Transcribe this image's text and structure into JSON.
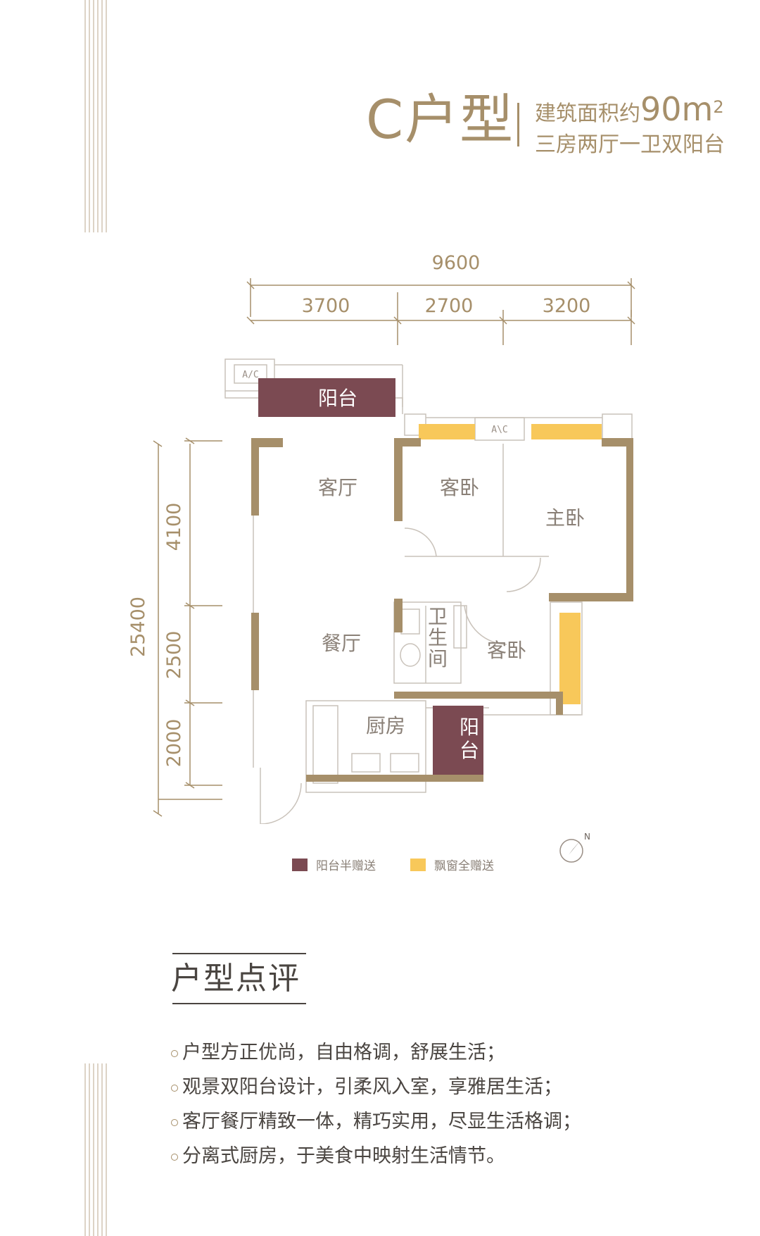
{
  "header": {
    "plan_name": "C户型",
    "area_label": "建筑面积约",
    "area_value": "90m",
    "area_unit_sup": "2",
    "layout_desc": "三房两厅一卫双阳台"
  },
  "floorplan": {
    "dimensions": {
      "overall_width": "9600",
      "segments_width": [
        "3700",
        "2700",
        "3200"
      ],
      "overall_depth": "25400",
      "segments_depth": [
        "4100",
        "2500",
        "2000"
      ]
    },
    "rooms": {
      "balcony_top": "阳台",
      "living_room": "客厅",
      "guest_bed_1": "客卧",
      "master_bed": "主卧",
      "dining_room": "餐厅",
      "bathroom": [
        "卫",
        "生",
        "间"
      ],
      "guest_bed_2": "客卧",
      "kitchen": "厨房",
      "balcony_small": [
        "阳",
        "台"
      ]
    },
    "ac_labels": [
      "A/C",
      "A\\C"
    ]
  },
  "legend": [
    {
      "label": "阳台半赠送",
      "color": "#7b4a52"
    },
    {
      "label": "飘窗全赠送",
      "color": "#f8c85a"
    }
  ],
  "compass": {
    "label": "N"
  },
  "review": {
    "title": "户型点评",
    "points": [
      "户型方正优尚，自由格调，舒展生活；",
      "观景双阳台设计，引柔风入室，享雅居生活；",
      "客厅餐厅精致一体，精巧实用，尽显生活格调；",
      "分离式厨房，于美食中映射生活情节。"
    ]
  },
  "colors": {
    "accent": "#a68f6a",
    "wall": "#a68f6a",
    "balcony": "#7b4a52",
    "bay_window": "#f8c85a",
    "text_dark": "#4a4541"
  }
}
